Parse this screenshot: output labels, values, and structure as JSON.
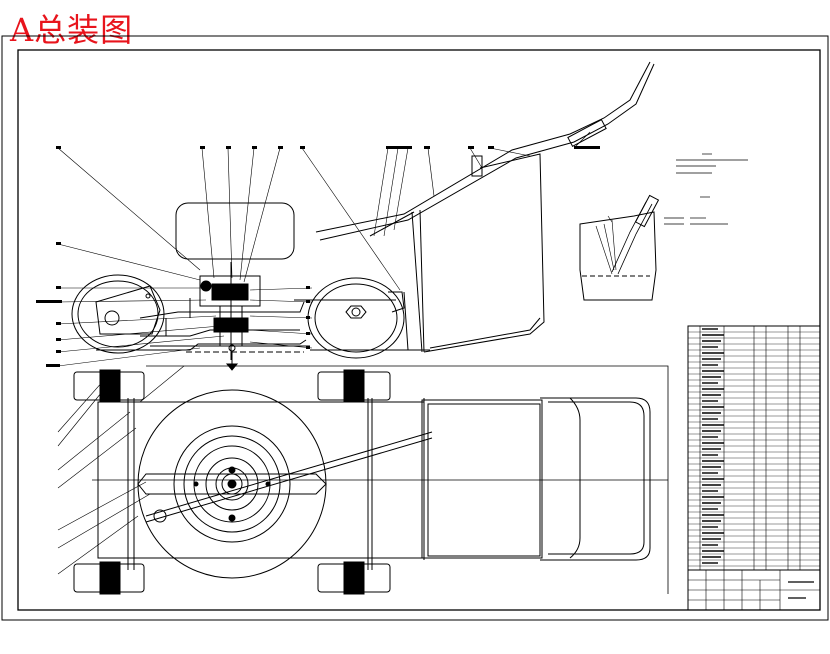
{
  "title": "A总装图",
  "colors": {
    "title": "#e8141c",
    "lines": "#000000",
    "paper": "#ffffff"
  },
  "views": [
    "side-elevation",
    "top-plan",
    "handle-detail",
    "parts-list",
    "title-block"
  ]
}
